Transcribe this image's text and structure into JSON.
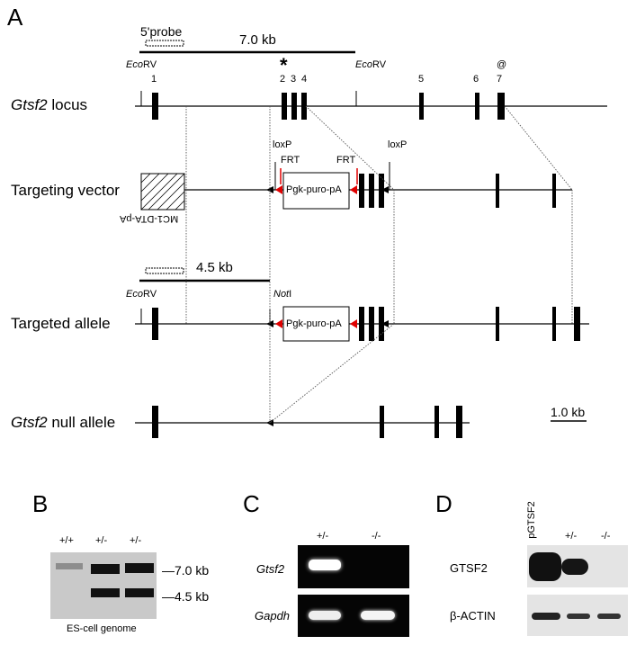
{
  "panels": {
    "a": "A",
    "b": "B",
    "c": "C",
    "d": "D"
  },
  "map": {
    "probe_label": "5'probe",
    "wt_fragment": "7.0 kb",
    "targeted_fragment": "4.5 kb",
    "scale_bar": "1.0 kb",
    "ecorv_prefix": "Eco",
    "ecorv_suffix": "RV",
    "noti_prefix": "Not",
    "noti_suffix": "I",
    "asterisk": "*",
    "at_mark": "@",
    "exons": [
      "1",
      "2",
      "3",
      "4",
      "5",
      "6",
      "7"
    ],
    "rows": {
      "locus_gene": "Gtsf2",
      "locus_suffix": " locus",
      "vector": "Targeting vector",
      "targeted": "Targeted allele",
      "null_gene": "Gtsf2",
      "null_suffix": " null allele"
    },
    "loxp": "loxP",
    "frt": "FRT",
    "cassette": "Pgk-puro-pA",
    "dta": "MC1-DTA-pA"
  },
  "panel_b": {
    "lanes": [
      "+/+",
      "+/-",
      "+/-"
    ],
    "sizes": [
      "7.0 kb",
      "4.5 kb"
    ],
    "caption": "ES-cell genome"
  },
  "panel_c": {
    "lanes": [
      "+/-",
      "-/-"
    ],
    "genes": [
      "Gtsf2",
      "Gapdh"
    ]
  },
  "panel_d": {
    "lanes": [
      "pGTSF2",
      "+/-",
      "-/-"
    ],
    "proteins": [
      "GTSF2",
      "β-ACTIN"
    ]
  },
  "colors": {
    "frt_arrow": "#e00000",
    "line": "#000000"
  }
}
